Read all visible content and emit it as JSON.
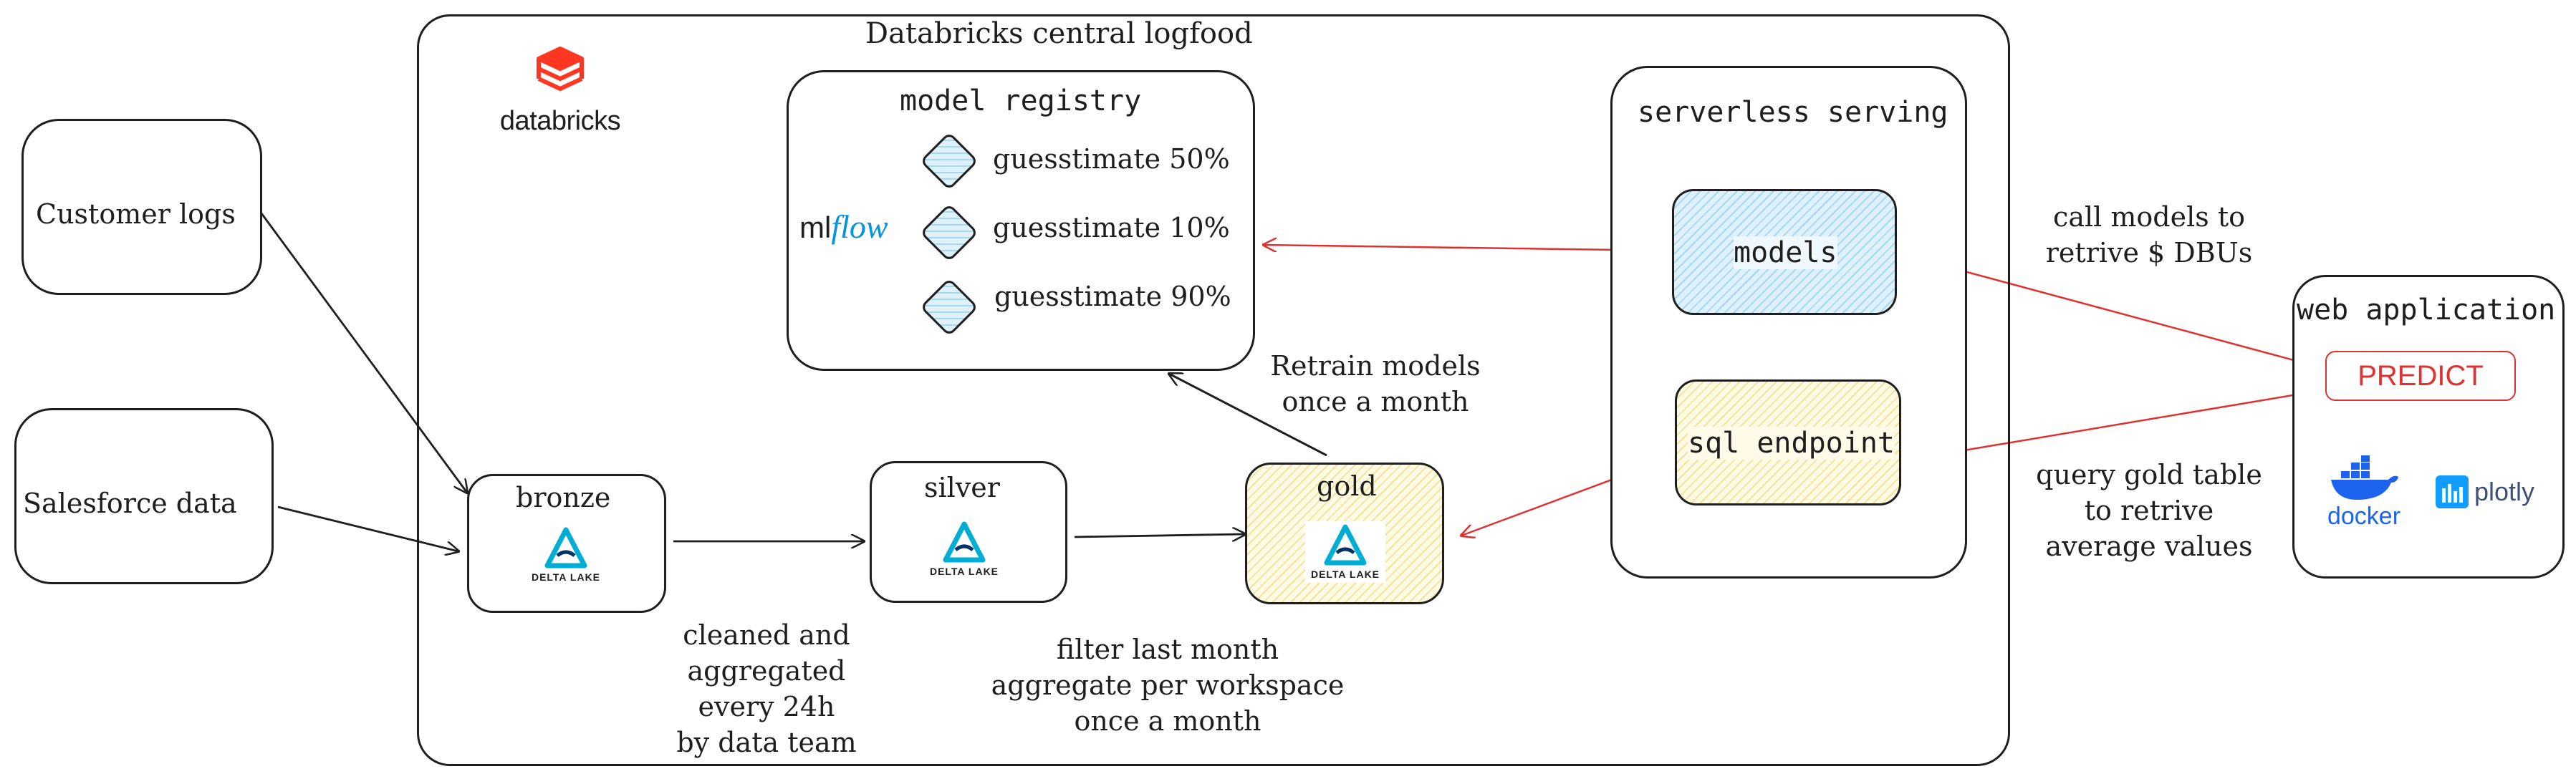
{
  "title": "Databricks central logfood",
  "brand": {
    "databricks": "databricks",
    "mlflow_ml": "ml",
    "mlflow_flow": "flow",
    "docker": "docker",
    "plotly": "plotly",
    "delta": "DELTA LAKE"
  },
  "sources": {
    "customer_logs": "Customer logs",
    "salesforce": "Salesforce data"
  },
  "layers": {
    "bronze": "bronze",
    "silver": "silver",
    "gold": "gold"
  },
  "registry": {
    "title": "model registry",
    "models": [
      "guesstimate 50%",
      "guesstimate 10%",
      "guesstimate 90%"
    ]
  },
  "serving": {
    "title": "serverless serving",
    "models": "models",
    "sql": "sql endpoint"
  },
  "webapp": {
    "title": "web application",
    "predict": "PREDICT"
  },
  "notes": {
    "cleaned": [
      "cleaned and",
      "aggregated",
      "every 24h",
      "by data team"
    ],
    "filter": [
      "filter last month",
      "aggregate per workspace",
      "once a month"
    ],
    "retrain": [
      "Retrain models",
      "once a month"
    ],
    "call": [
      "call models to",
      "retrive $ DBUs"
    ],
    "query": [
      "query gold table",
      "to retrive",
      "average values"
    ]
  },
  "colors": {
    "stroke": "#1e1e1e",
    "red": "#e03131",
    "blue_hatch": "#a7d8ee",
    "yellow_hatch": "#f2e2a6",
    "docker": "#1d63ed",
    "plotly": "#3f4f75",
    "mlflow_blue": "#0194e2",
    "databricks_red": "#ff3621"
  }
}
